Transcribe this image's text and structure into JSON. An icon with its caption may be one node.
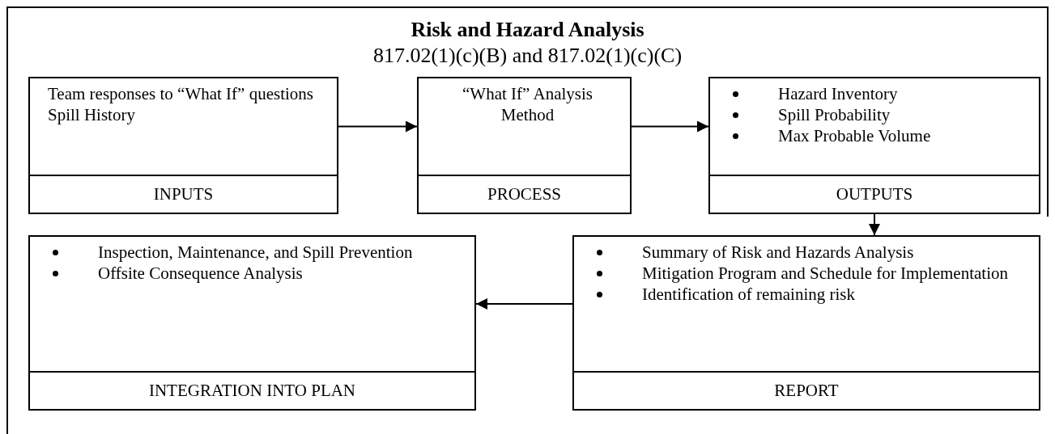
{
  "diagram": {
    "title": "Risk and Hazard Analysis",
    "nodes": [
      {
        "text": [
          "Team responses to “What If” questions",
          "Spill History",
          "INPUTS"
        ]
      },
      {
        "text": [
          "“What If” Analysis Method",
          "PROCESS"
        ]
      },
      {
        "text": [
          "Hazard Inventory",
          "Spill Probability",
          "Max Probable Volume",
          "OUTPUTS"
        ]
      },
      {
        "text": [
          "Inspection, Maintenance, and Spill Prevention",
          "Offsite Consequence Analysis",
          "INTEGRATION INTO PLAN"
        ]
      },
      {
        "text": [
          "Summary of Risk and Hazards Analysis",
          "Mitigation Program and Schedule for Implementation",
          "Identification of remaining risk",
          "REPORT"
        ]
      }
    ],
    "edges": [
      {
        "from": 0,
        "to": 1,
        "arrow": "to"
      },
      {
        "from": 1,
        "to": 2,
        "arrow": "to"
      },
      {
        "from": 2,
        "to": 4,
        "arrow": "to"
      },
      {
        "from": 4,
        "to": 3,
        "arrow": "to"
      }
    ],
    "labels": [
      "817.02(1)(c)(B) and 817.02(1)(c)(C)"
    ]
  }
}
